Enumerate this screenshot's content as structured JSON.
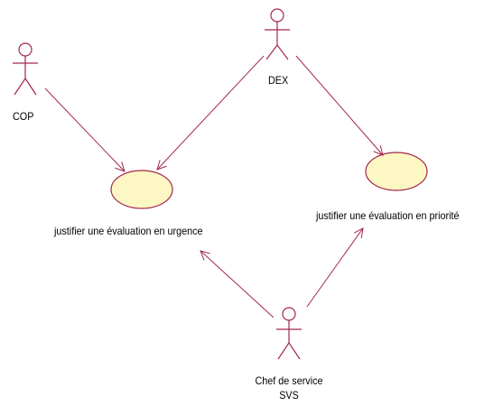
{
  "colors": {
    "line": "#a3284d",
    "usecase_fill": "#fdf7c3",
    "usecase_stroke": "#a3284d"
  },
  "actors": {
    "cop": {
      "label": "COP"
    },
    "dex": {
      "label": "DEX"
    },
    "chef": {
      "label_line1": "Chef de service",
      "label_line2": "SVS"
    }
  },
  "usecases": {
    "urgence": {
      "label": "justifier une évaluation en urgence"
    },
    "priorite": {
      "label": "justifier une évaluation en priorité"
    }
  }
}
